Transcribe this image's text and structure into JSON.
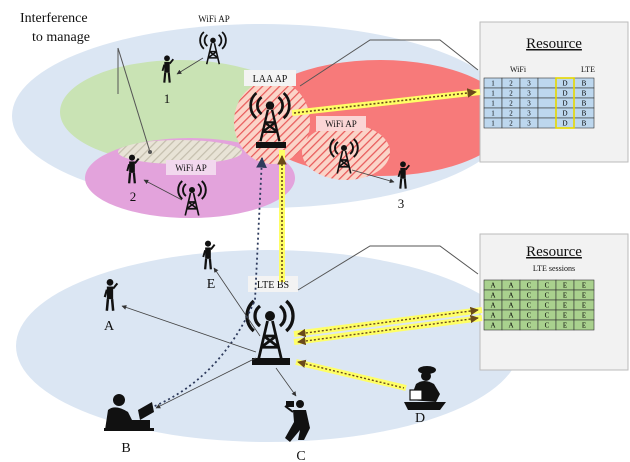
{
  "top_section": {
    "annotation": "Interference\nto manage",
    "ap_labels": {
      "wifi_top": "WiFi AP",
      "laa": "LAA AP",
      "wifi_right": "WiFi AP",
      "wifi_left": "WiFi AP"
    },
    "user_labels": {
      "u1": "1",
      "u2": "2",
      "u3": "3"
    },
    "resource_panel": {
      "title": "Resource",
      "col_wifi": "WiFi",
      "col_lte": "LTE",
      "rows": [
        [
          "1",
          "2",
          "3",
          "",
          "D",
          "B"
        ],
        [
          "1",
          "2",
          "3",
          "",
          "D",
          "B"
        ],
        [
          "1",
          "2",
          "3",
          "",
          "D",
          "B"
        ],
        [
          "1",
          "2",
          "3",
          "",
          "D",
          "B"
        ],
        [
          "1",
          "2",
          "3",
          "",
          "D",
          "B"
        ]
      ]
    }
  },
  "bottom_section": {
    "bs_label": "LTE BS",
    "user_labels": {
      "a": "A",
      "b": "B",
      "c": "C",
      "d": "D",
      "e": "E"
    },
    "resource_panel": {
      "title": "Resource",
      "subtitle": "LTE sessions",
      "rows": [
        [
          "A",
          "A",
          "C",
          "C",
          "E",
          "E"
        ],
        [
          "A",
          "A",
          "C",
          "C",
          "E",
          "E"
        ],
        [
          "A",
          "A",
          "C",
          "C",
          "E",
          "E"
        ],
        [
          "A",
          "A",
          "C",
          "C",
          "E",
          "E"
        ],
        [
          "A",
          "A",
          "C",
          "C",
          "E",
          "E"
        ]
      ]
    }
  },
  "colors": {
    "green_zone": "#c9e3b4",
    "pink_zone": "#e3a3dc",
    "red_zone": "#f77a7a",
    "blue_zone": "#dbe6f3",
    "wifi_cell": "#bdd7ee",
    "lte_cell": "#a9d18e",
    "link_yellow": "#ffff66"
  }
}
